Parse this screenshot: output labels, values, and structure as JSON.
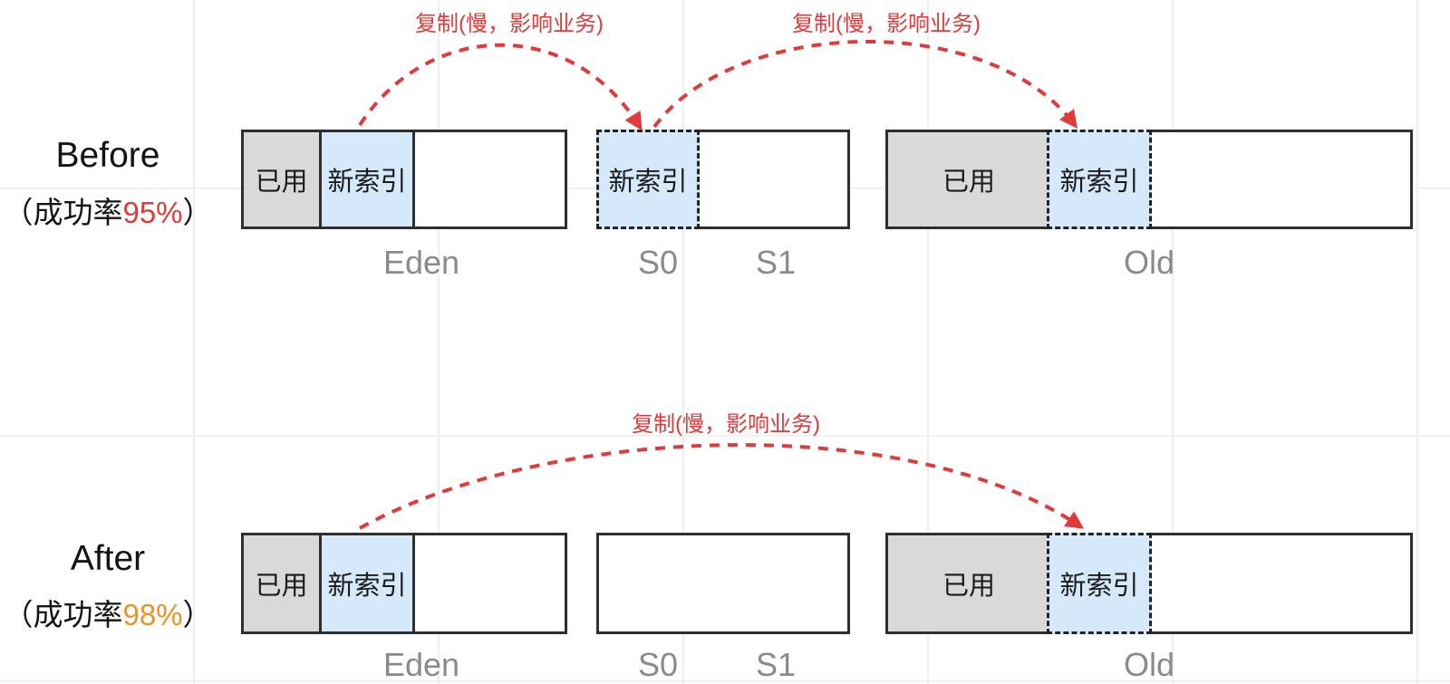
{
  "colors": {
    "arrow_red": "#e03a3a",
    "rate_before_red": "#e03a3a",
    "rate_after_orange": "#ef9221",
    "used_fill": "#d9d9d9",
    "new_index_fill": "#d6e9fb",
    "bar_border": "#2f2f2f",
    "region_label_gray": "#8a8a8a"
  },
  "before": {
    "title": "Before",
    "rate_prefix": "（成功率",
    "rate_value": "95%",
    "rate_suffix": "）",
    "arrow1_label": "复制(慢，影响业务)",
    "arrow2_label": "复制(慢，影响业务)",
    "eden": {
      "used": "已用",
      "new_index": "新索引",
      "label": "Eden"
    },
    "survivor": {
      "new_index": "新索引",
      "s0_label": "S0",
      "s1_label": "S1"
    },
    "old": {
      "used": "已用",
      "new_index": "新索引",
      "label": "Old"
    }
  },
  "after": {
    "title": "After",
    "rate_prefix": "（成功率",
    "rate_value": "98%",
    "rate_suffix": "）",
    "arrow_label": "复制(慢，影响业务)",
    "eden": {
      "used": "已用",
      "new_index": "新索引",
      "label": "Eden"
    },
    "survivor": {
      "s0_label": "S0",
      "s1_label": "S1"
    },
    "old": {
      "used": "已用",
      "new_index": "新索引",
      "label": "Old"
    }
  }
}
